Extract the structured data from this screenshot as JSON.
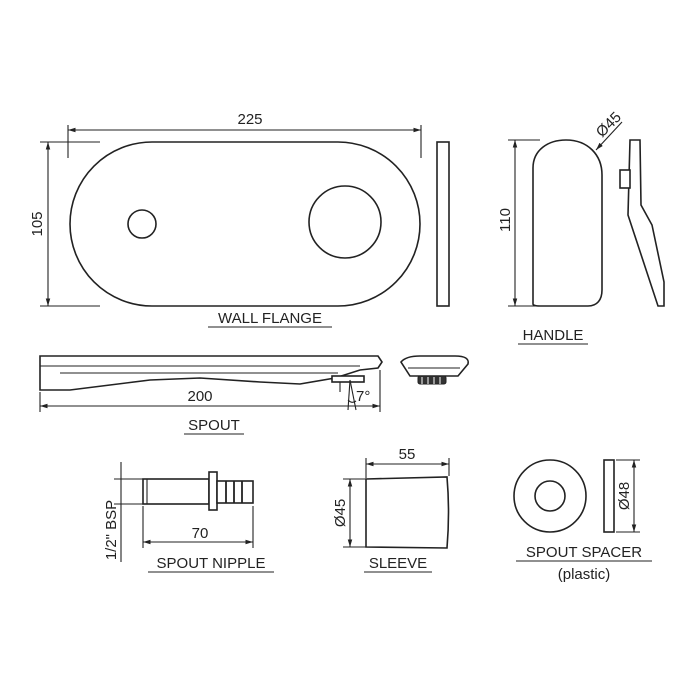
{
  "wall_flange": {
    "width_dim": "225",
    "height_dim": "105",
    "caption": "WALL FLANGE"
  },
  "handle": {
    "diameter_dim": "Ø45",
    "height_dim": "110",
    "caption": "HANDLE"
  },
  "spout": {
    "length_dim": "200",
    "angle_dim": "7°",
    "caption": "SPOUT"
  },
  "spout_nipple": {
    "thread_dim": "1/2\" BSP",
    "length_dim": "70",
    "caption": "SPOUT NIPPLE"
  },
  "sleeve": {
    "width_dim": "55",
    "diameter_dim": "Ø45",
    "caption": "SLEEVE"
  },
  "spout_spacer": {
    "diameter_dim": "Ø48",
    "caption": "SPOUT SPACER",
    "note": "(plastic)"
  }
}
